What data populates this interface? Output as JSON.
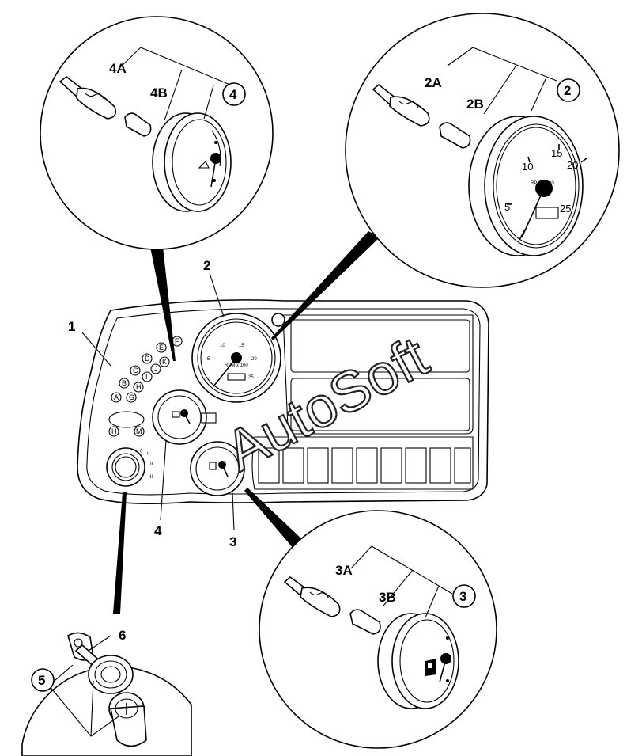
{
  "callouts": {
    "c1": "1",
    "c2": "2",
    "c3": "3",
    "c4": "4",
    "c5": "5",
    "c6": "6",
    "c2a": "2A",
    "c2b": "2B",
    "c3a": "3A",
    "c3b": "3B",
    "c4a": "4A",
    "c4b": "4B"
  },
  "tachometer": {
    "scale": [
      "5",
      "10",
      "15",
      "20",
      "25"
    ],
    "unit_label": "RPM x 100"
  },
  "indicator_letters": [
    "A",
    "B",
    "C",
    "D",
    "E",
    "F",
    "G",
    "H",
    "I",
    "J",
    "K"
  ],
  "lower_buttons": [
    "H",
    "M"
  ],
  "switch_positions": [
    "0",
    "I",
    "II",
    "III"
  ],
  "watermark": "AutoSoft"
}
